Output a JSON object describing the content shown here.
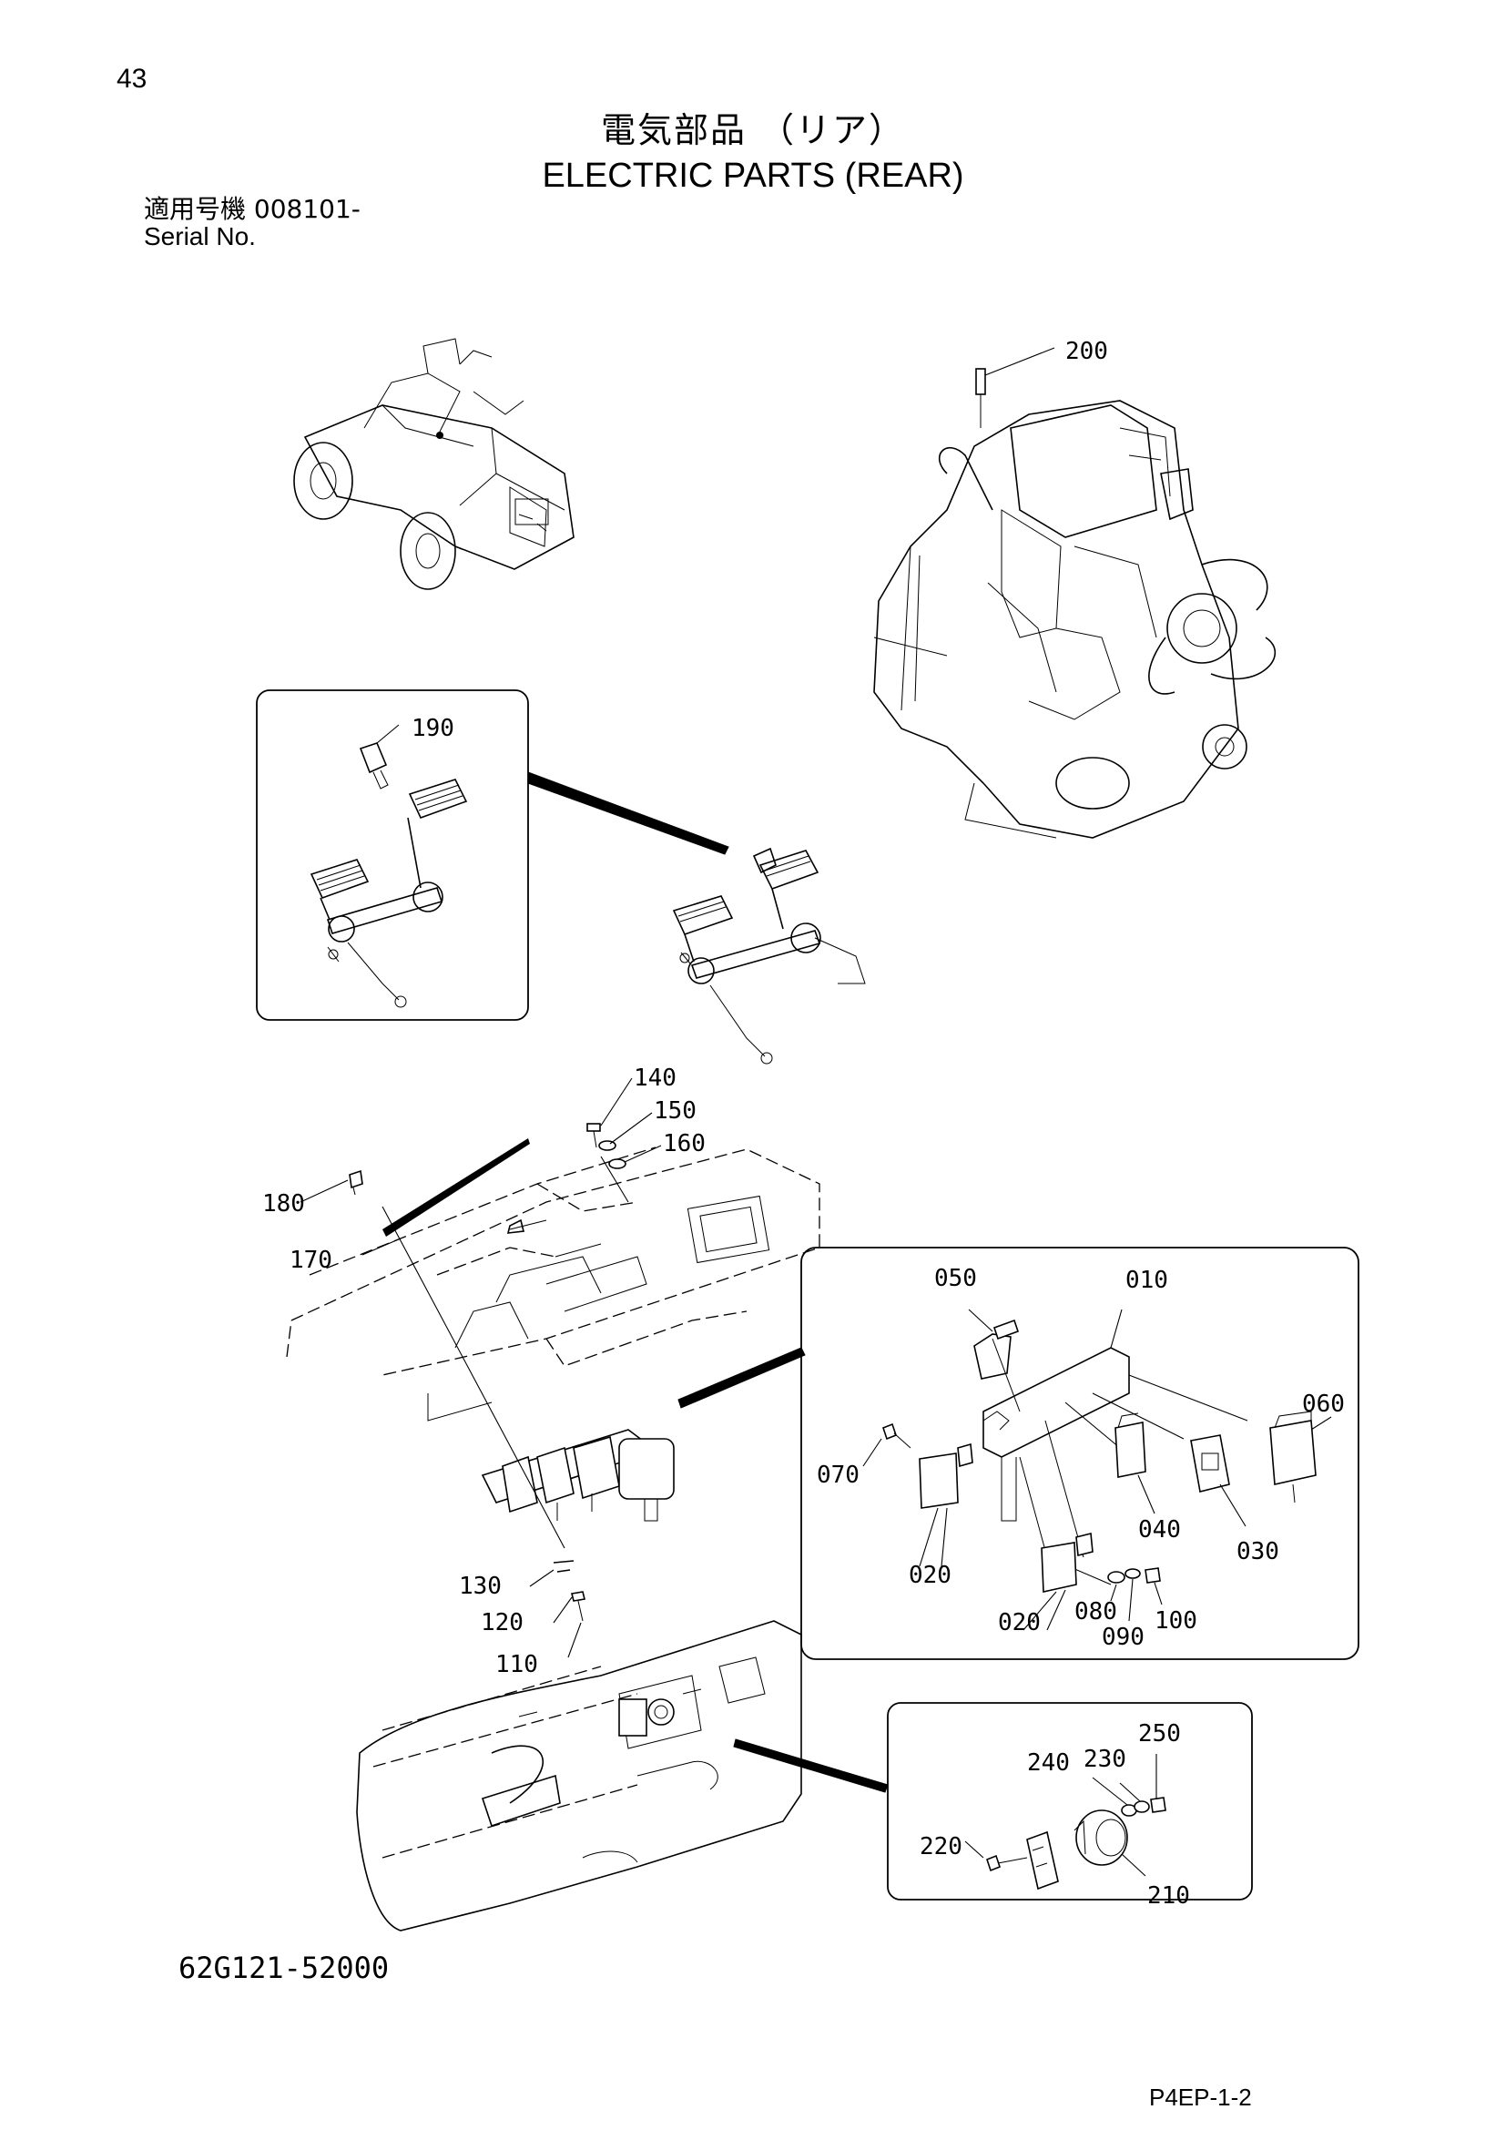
{
  "header": {
    "page_number": "43",
    "title_jp": "電気部品 （リア）",
    "title_en": "ELECTRIC PARTS (REAR)",
    "serial_label_jp": "適用号機 008101-",
    "serial_label_en": "Serial No."
  },
  "footer": {
    "drawing_number": "62G121-52000",
    "page_code": "P4EP-1-2"
  },
  "callouts": {
    "c010": "010",
    "c020a": "020",
    "c020b": "020",
    "c030": "030",
    "c040": "040",
    "c050": "050",
    "c060": "060",
    "c070": "070",
    "c080": "080",
    "c090": "090",
    "c100": "100",
    "c110": "110",
    "c120": "120",
    "c130": "130",
    "c140": "140",
    "c150": "150",
    "c160": "160",
    "c170": "170",
    "c180": "180",
    "c190": "190",
    "c200": "200",
    "c210": "210",
    "c220": "220",
    "c230": "230",
    "c240": "240",
    "c250": "250"
  }
}
